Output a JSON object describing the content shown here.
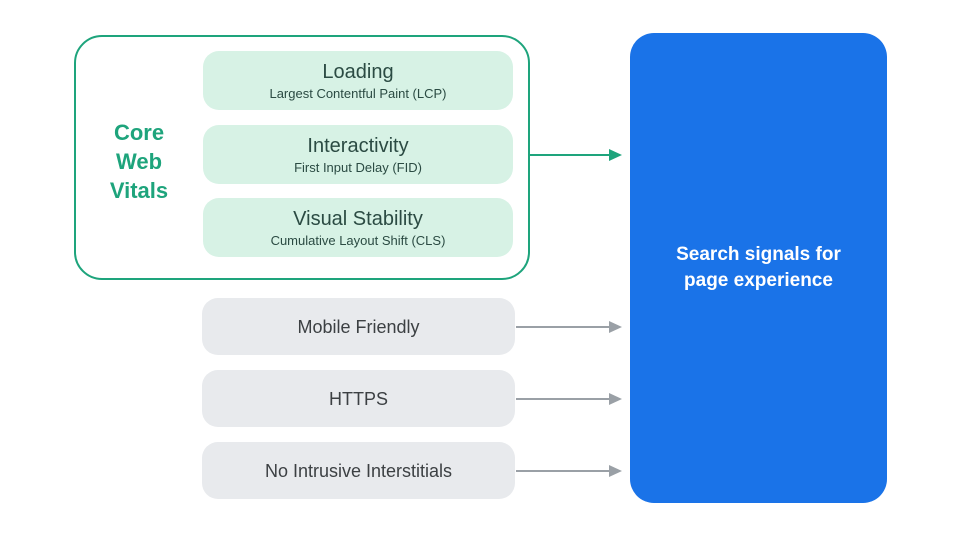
{
  "colors": {
    "green": "#1ea47c",
    "mint": "#d7f2e5",
    "dark_teal_text": "#2b4b43",
    "gray_box": "#e8eaed",
    "gray_text": "#3c4043",
    "arrow_gray": "#9aa0a6",
    "blue": "#1a73e8",
    "white": "#ffffff"
  },
  "core_web_vitals": {
    "label": "Core Web Vitals",
    "items": [
      {
        "title": "Loading",
        "subtitle": "Largest Contentful Paint (LCP)"
      },
      {
        "title": "Interactivity",
        "subtitle": "First Input Delay (FID)"
      },
      {
        "title": "Visual Stability",
        "subtitle": "Cumulative Layout Shift (CLS)"
      }
    ]
  },
  "other_signals": [
    "Mobile Friendly",
    "HTTPS",
    "No Intrusive Interstitials"
  ],
  "result_box": {
    "label": "Search signals for page experience"
  },
  "icons": {
    "green_arrow": "right-arrow",
    "gray_arrows": [
      "right-arrow",
      "right-arrow",
      "right-arrow"
    ]
  }
}
